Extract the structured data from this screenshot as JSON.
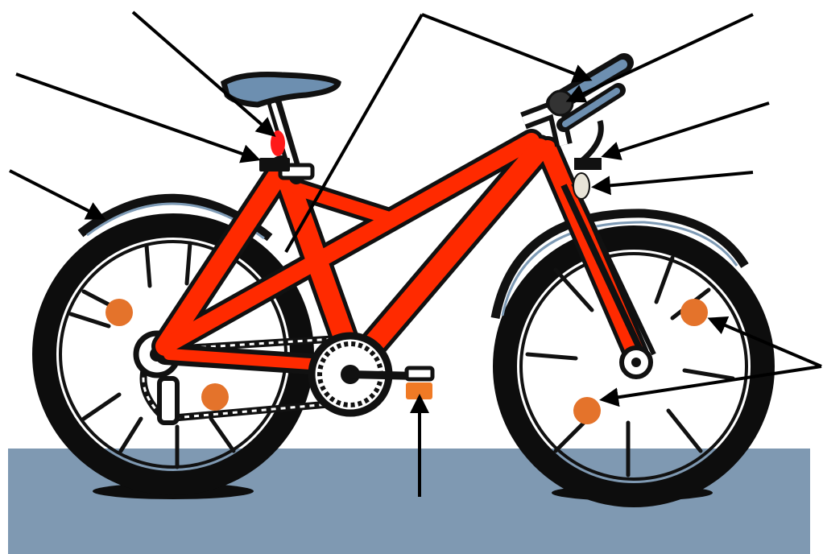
{
  "diagram": {
    "subject": "bicycle",
    "colors": {
      "frame": "#ff2a00",
      "ground": "#7f99b2",
      "outline": "#111111",
      "tire": "#0d0d0d",
      "saddle": "#6d8fb0",
      "spoke_reflector": "#e4732b",
      "pedal_reflector": "#f07a25",
      "rear_reflector": "#ff1a1a",
      "front_light": "#e8e4d8",
      "bell": "#333333",
      "rear_light": "#111111",
      "background": "#ffffff"
    },
    "parts": [
      "saddle",
      "seat-post",
      "frame",
      "rear-wheel",
      "front-wheel",
      "rear-mudguard",
      "front-mudguard",
      "handlebar",
      "brake-levers",
      "bell",
      "front-light",
      "rear-reflector",
      "rear-light",
      "spoke-reflectors",
      "pedal-reflector",
      "chain",
      "chainring",
      "derailleur",
      "front-fork"
    ],
    "labels": []
  }
}
